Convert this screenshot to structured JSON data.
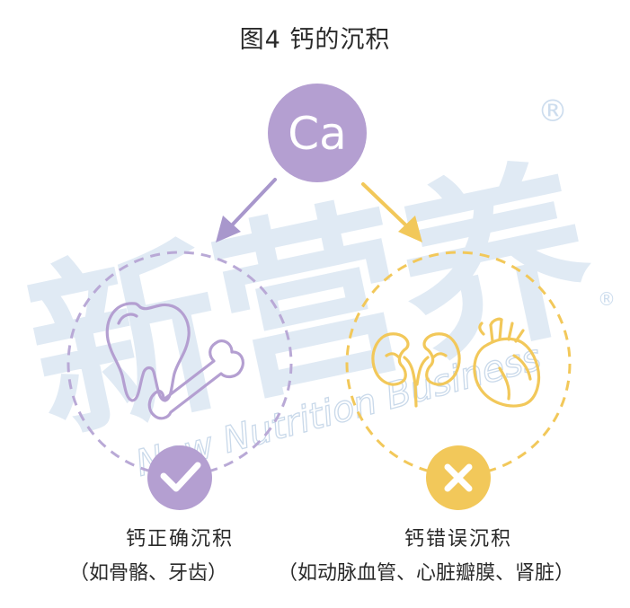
{
  "title": "图4 钙的沉积",
  "element_symbol": "Ca",
  "watermark": {
    "cn_text": "新营养",
    "en_text": "New Nutrition Business",
    "registered_mark": "®"
  },
  "correct": {
    "label": "钙正确沉积",
    "examples": "（如骨骼、牙齿）",
    "status_icon": "check-icon"
  },
  "wrong": {
    "label": "钙错误沉积",
    "examples": "（如动脉血管、心脏瓣膜、肾脏）",
    "status_icon": "cross-icon"
  },
  "colors": {
    "purple": "#b49fd1",
    "purple_dark": "#9d86c6",
    "yellow": "#f2c85a",
    "watermark": "#dbe7f3",
    "text": "#2a2a2a"
  }
}
